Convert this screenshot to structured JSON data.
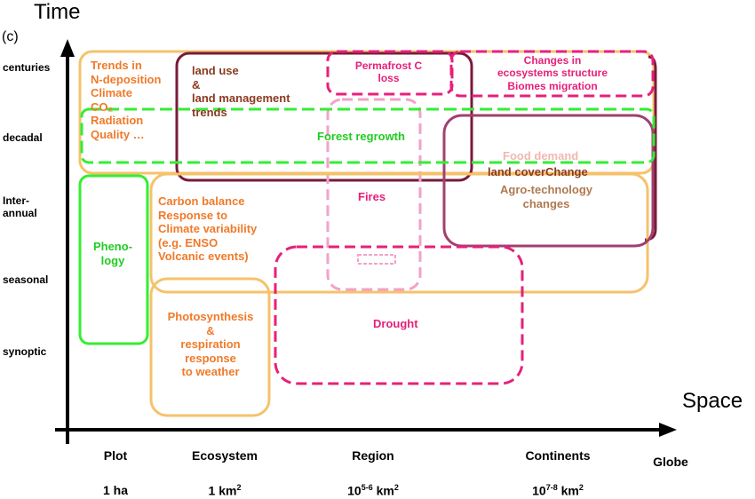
{
  "titles": {
    "time": "Time",
    "space": "Space",
    "panel": "(c)"
  },
  "time_scales": [
    "centuries",
    "decadal",
    "Inter-\nannual",
    "seasonal",
    "synoptic"
  ],
  "space_scales": [
    {
      "name": "Plot",
      "unit": "1 ha"
    },
    {
      "name": "Ecosystem",
      "unit_base": "1 km",
      "unit_sup": "2"
    },
    {
      "name": "Region",
      "unit_base": "10",
      "unit_exp": "5-6",
      "unit_mid": " km",
      "unit_sup": "2"
    },
    {
      "name": "Continents",
      "unit_base": "10",
      "unit_exp": "7-8",
      "unit_mid": " km",
      "unit_sup": "2"
    },
    {
      "name": "Globe"
    }
  ],
  "processes": {
    "trends": "Trends in\nN-deposition\nClimate\nCO₂\nRadiation\nQuality …",
    "land_use": "land use\n&\nland management\ntrends",
    "permafrost": "Permafrost C\nloss",
    "ecosystem_changes": "Changes in\necosystems structure\nBiomes migration",
    "forest_regrowth": "Forest regrowth",
    "fires": "Fires",
    "food_demand": "Food demand",
    "land_cover": "land coverChange",
    "agro_tech": "Agro-technology\nchanges",
    "phenology": "Pheno-\nlogy",
    "carbon_balance": "Carbon balance\nResponse to\nClimate variability\n(e.g. ENSO\nVolcanic events)",
    "photosynthesis": "Photosynthesis\n&\nrespiration\nresponse\nto weather",
    "drought": "Drought"
  },
  "colors": {
    "orange_box": "#f5c26b",
    "orange_text": "#f07a2a",
    "maroon": "#7a1a3a",
    "brown_text": "#8a3a20",
    "magenta": "#e6207a",
    "pink_light": "#f2a2c8",
    "green": "#33ee33",
    "green_text": "#22cc22",
    "mauve": "#a04070",
    "tan_text": "#b07850",
    "pale_pink_text": "#f0b8b0"
  }
}
